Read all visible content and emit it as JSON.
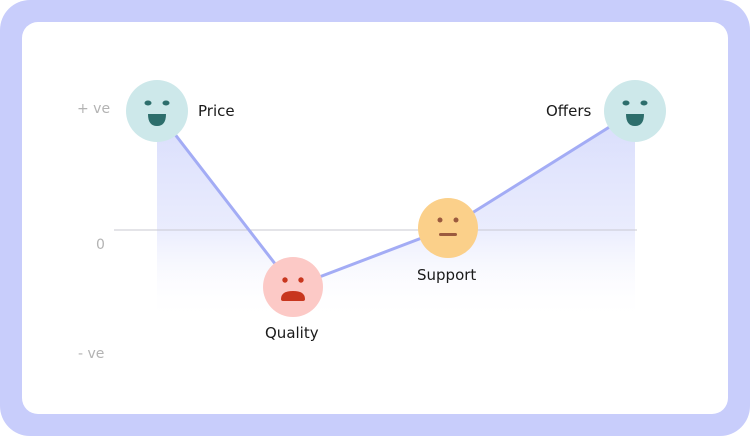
{
  "chart_data": {
    "type": "line",
    "title": "",
    "xlabel": "",
    "ylabel": "",
    "categories": [
      "Price",
      "Quality",
      "Support",
      "Offers"
    ],
    "values": [
      1.0,
      -0.48,
      0.02,
      1.0
    ],
    "y_tick_labels": [
      "+ ve",
      "0",
      "- ve"
    ],
    "ylim": [
      -1,
      1
    ],
    "sentiments": [
      "happy",
      "upset",
      "neutral",
      "happy"
    ],
    "grid": false,
    "area_fill": true,
    "colors": {
      "line": "#a3acf5",
      "area": "#dfe3fd",
      "zero_line": "#c9c9d2",
      "happy_face": "#cde8ea",
      "happy_feature": "#2d6e6c",
      "upset_face": "#fcc9c6",
      "upset_feature": "#c8361e",
      "neutral_face": "#fbd08a",
      "neutral_feature": "#9b5a3e",
      "frame": "#c8cdfb"
    }
  },
  "axis": {
    "positive": "+ ve",
    "zero": "0",
    "negative": "- ve"
  },
  "points": [
    {
      "label": "Price"
    },
    {
      "label": "Quality"
    },
    {
      "label": "Support"
    },
    {
      "label": "Offers"
    }
  ]
}
